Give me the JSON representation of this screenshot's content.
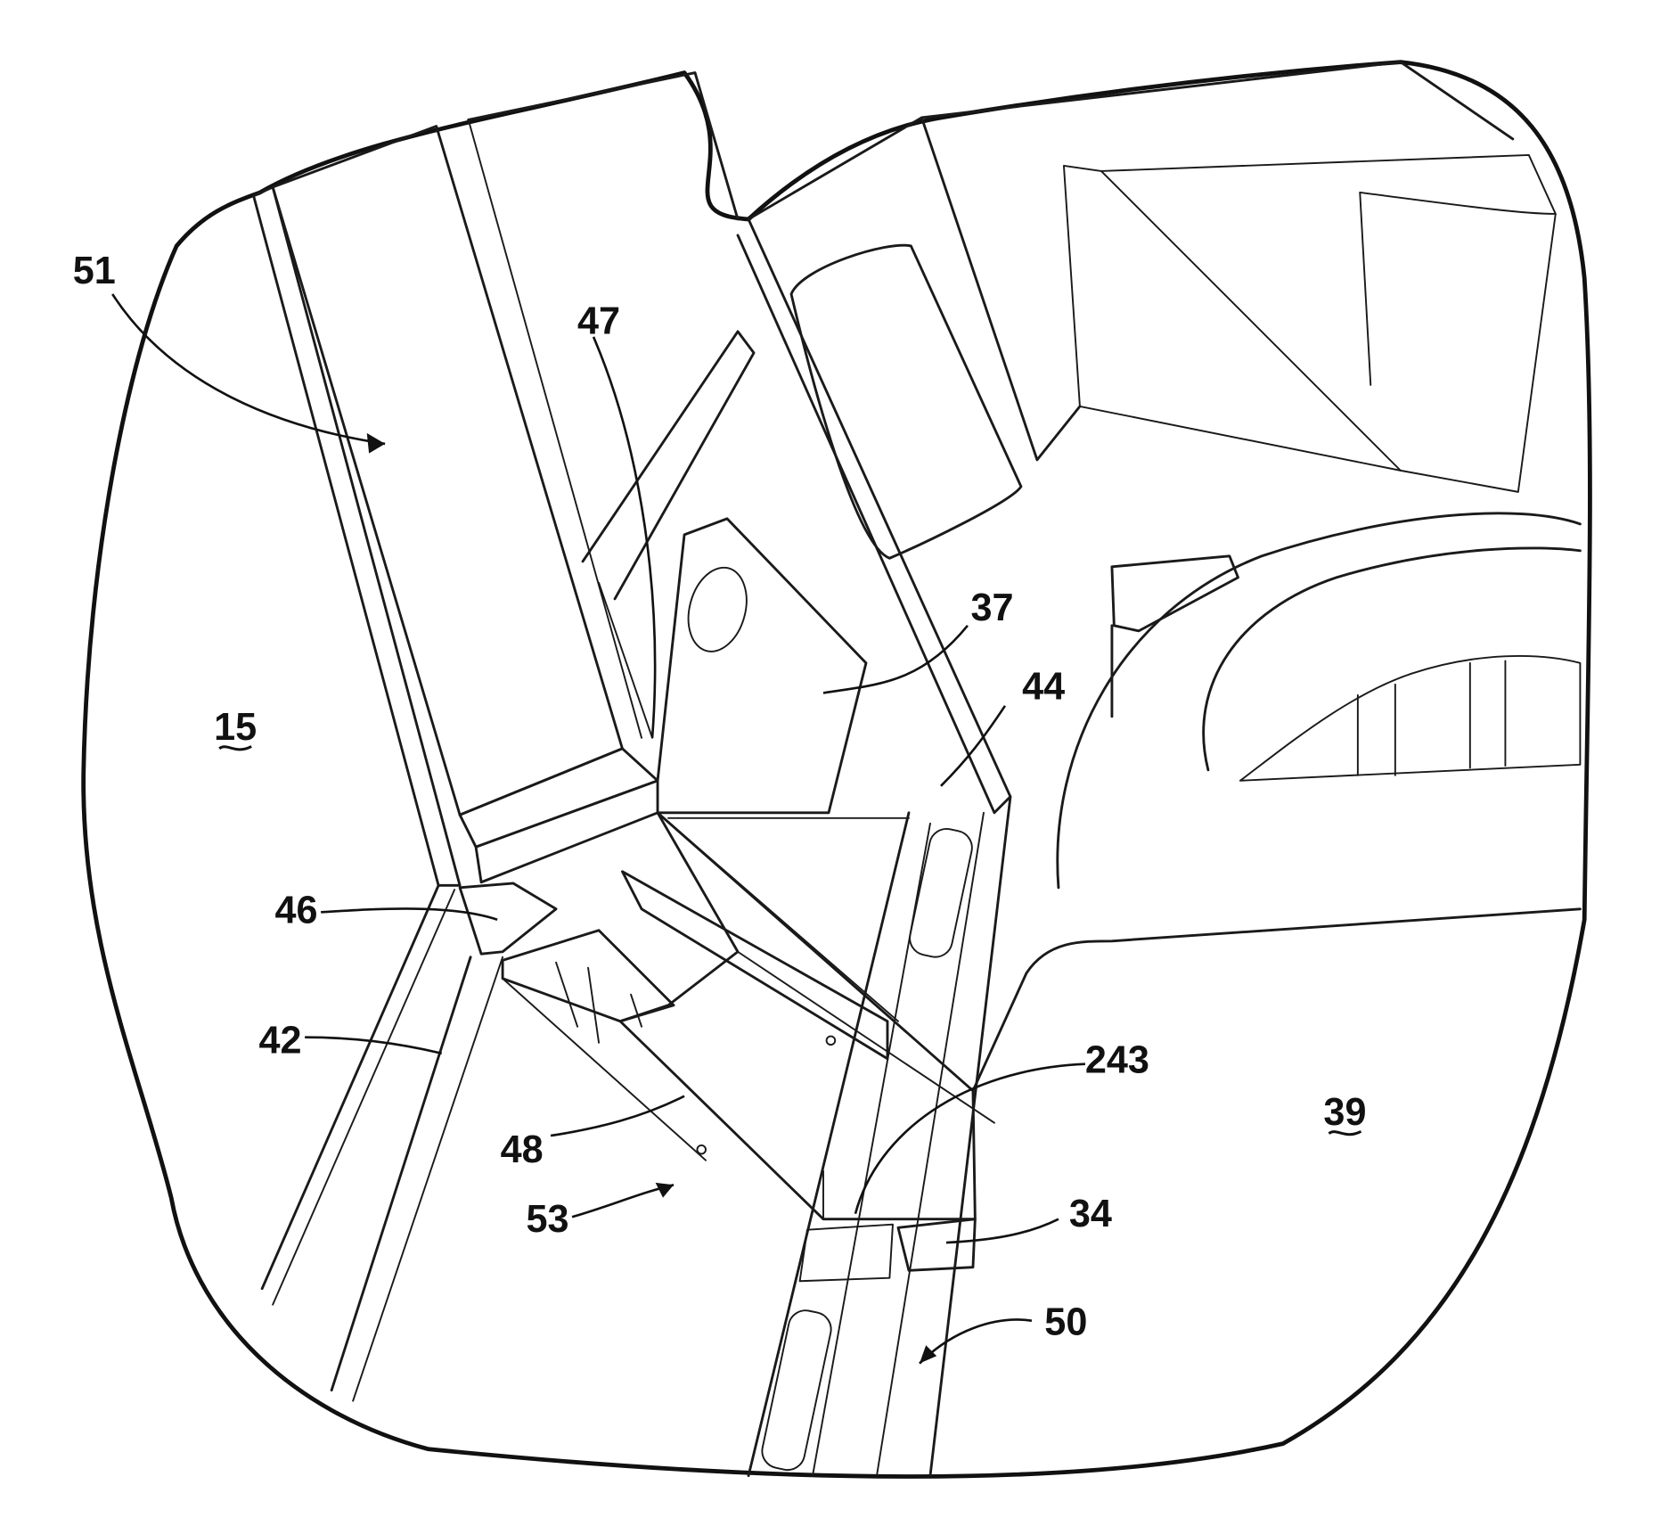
{
  "figure": {
    "labels": [
      {
        "id": "15",
        "text": "15",
        "underlined": true
      },
      {
        "id": "34",
        "text": "34",
        "underlined": false
      },
      {
        "id": "37",
        "text": "37",
        "underlined": false
      },
      {
        "id": "39",
        "text": "39",
        "underlined": true
      },
      {
        "id": "42",
        "text": "42",
        "underlined": false
      },
      {
        "id": "44",
        "text": "44",
        "underlined": false
      },
      {
        "id": "46",
        "text": "46",
        "underlined": false
      },
      {
        "id": "47",
        "text": "47",
        "underlined": false
      },
      {
        "id": "48",
        "text": "48",
        "underlined": false
      },
      {
        "id": "50",
        "text": "50",
        "underlined": false
      },
      {
        "id": "51",
        "text": "51",
        "underlined": false
      },
      {
        "id": "53",
        "text": "53",
        "underlined": false
      },
      {
        "id": "243",
        "text": "243",
        "underlined": false
      }
    ]
  }
}
